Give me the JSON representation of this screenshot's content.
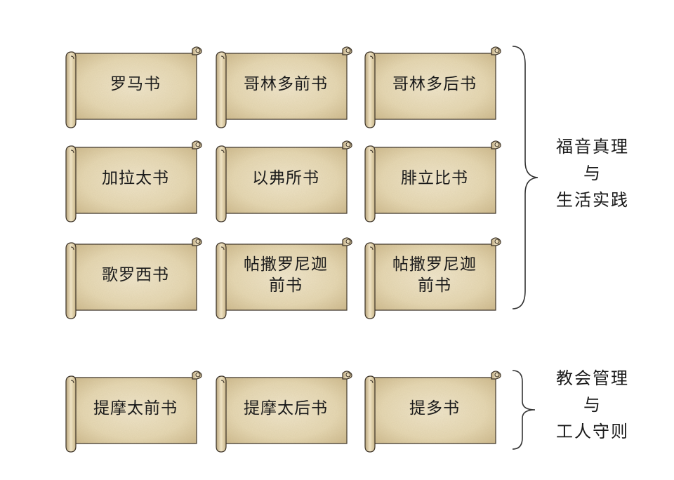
{
  "groups": [
    {
      "title_lines": [
        "福音真理",
        "与",
        "生活实践"
      ],
      "books": [
        [
          "罗马书"
        ],
        [
          "哥林多前书"
        ],
        [
          "哥林多后书"
        ],
        [
          "加拉太书"
        ],
        [
          "以弗所书"
        ],
        [
          "腓立比书"
        ],
        [
          "歌罗西书"
        ],
        [
          "帖撒罗尼迦",
          "前书"
        ],
        [
          "帖撒罗尼迦",
          "前书"
        ]
      ]
    },
    {
      "title_lines": [
        "教会管理",
        "与",
        "工人守则"
      ],
      "books": [
        [
          "提摩太前书"
        ],
        [
          "提摩太后书"
        ],
        [
          "提多书"
        ]
      ]
    }
  ],
  "colors": {
    "parchment": "#e8dcbc",
    "parchment_dark": "#cbb98f",
    "scroll_outline": "#3a3126",
    "brace": "#333333",
    "text": "#1a1a1a"
  },
  "icons": {
    "scroll": "parchment-scroll-icon",
    "brace": "right-curly-brace"
  }
}
